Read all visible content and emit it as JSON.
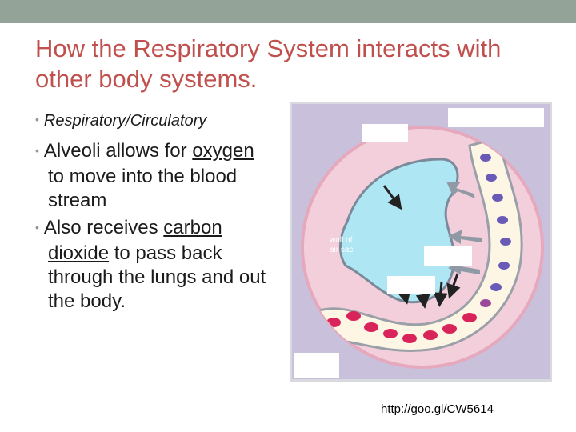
{
  "slide": {
    "title": "How the Respiratory System interacts with other body systems.",
    "bullet_1": "Respiratory/Circulatory",
    "bullet_2": {
      "pre": "Alveoli allows for ",
      "emph": "oxygen",
      "post": " to move into the blood stream"
    },
    "bullet_3": {
      "pre": "Also receives ",
      "emph": "carbon dioxide",
      "post": " to pass back through the lungs and out the body."
    },
    "figure": {
      "label_wall": "wall of air sac"
    },
    "source_url": "http://goo.gl/CW5614"
  },
  "colors": {
    "title": "#c0504d",
    "top_bar": "#93a398",
    "air_sac": "#aee6f4",
    "tissue": "#f0c8d6",
    "red_cell": "#d8245a",
    "blue_cell": "#6a5ab8"
  }
}
